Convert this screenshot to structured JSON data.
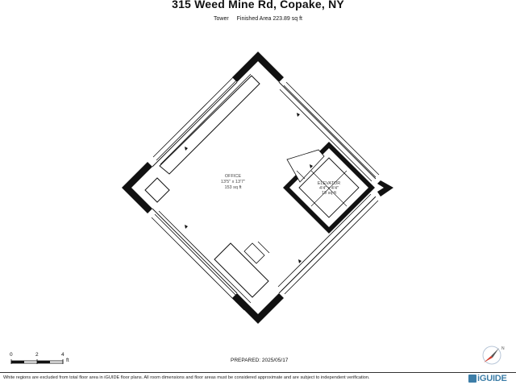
{
  "header": {
    "title": "315 Weed Mine Rd, Copake, NY",
    "floor": "Tower",
    "finished_area": "Finished Area 223.89 sq ft"
  },
  "rooms": [
    {
      "name": "OFFICE",
      "dims": "13'5\" x 13'7\"",
      "area": "153 sq ft"
    },
    {
      "name": "ELEVATOR",
      "dims": "4'4\" x 4'4\"",
      "area": "19 sq ft"
    }
  ],
  "scale": {
    "labels": [
      "0",
      "2",
      "4"
    ],
    "unit": "ft"
  },
  "prepared": "PREPARED: 2025/05/17",
  "footer": {
    "disclaimer": "White regions are excluded from total floor area in iGUIDE floor plans. All room dimensions and floor areas must be considered approximate and are subject to independent verification.",
    "brand": "iGUIDE"
  },
  "colors": {
    "wall": "#111111",
    "brand": "#3d7ea8",
    "compass": "#d23a2a"
  },
  "icons": [
    "compass-icon",
    "iguide-logo-icon"
  ]
}
